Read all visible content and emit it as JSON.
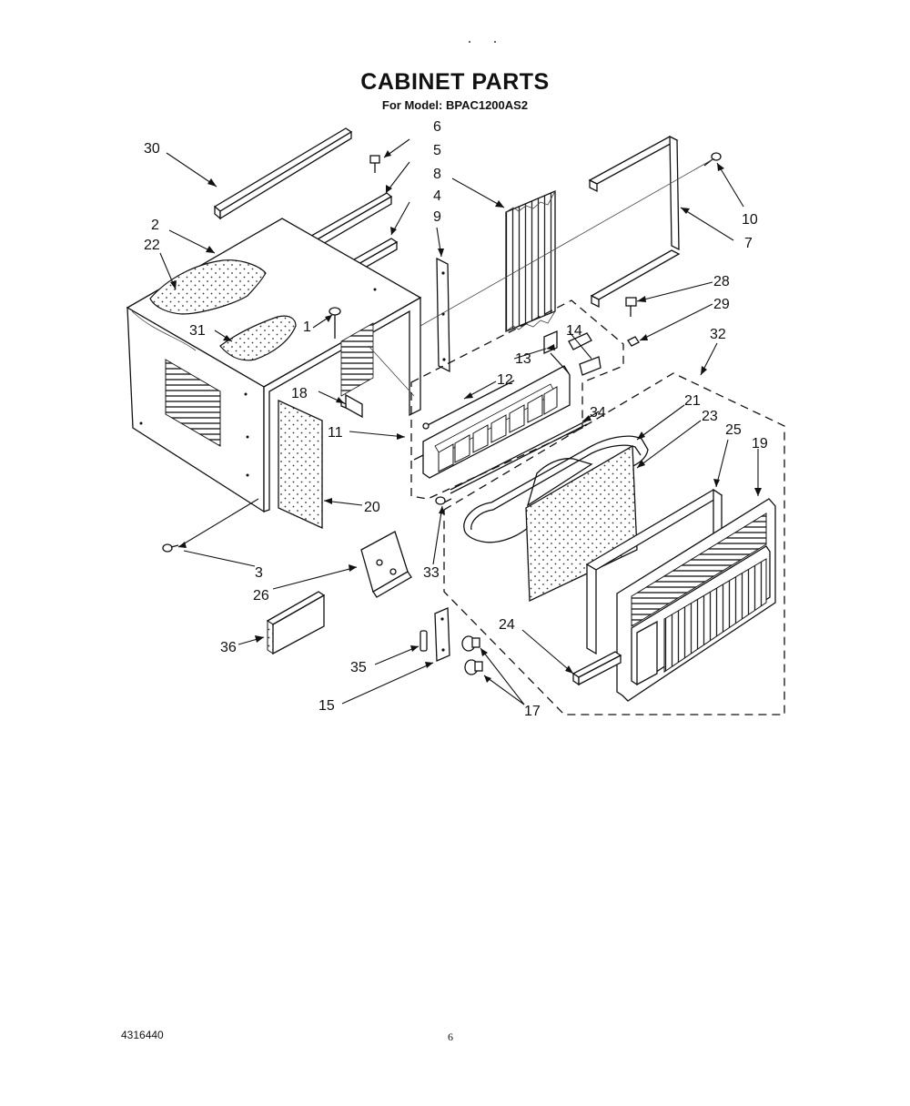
{
  "header": {
    "title": "CABINET PARTS",
    "subtitle": "For Model: BPAC1200AS2"
  },
  "footer": {
    "doc_number": "4316440",
    "page_number": "6"
  },
  "callouts": {
    "c1": "1",
    "c2": "2",
    "c3": "3",
    "c4": "4",
    "c5": "5",
    "c6": "6",
    "c7": "7",
    "c8": "8",
    "c9": "9",
    "c10": "10",
    "c11": "11",
    "c12": "12",
    "c13": "13",
    "c14": "14",
    "c15": "15",
    "c17": "17",
    "c18": "18",
    "c19": "19",
    "c20": "20",
    "c21": "21",
    "c22": "22",
    "c23": "23",
    "c24": "24",
    "c25": "25",
    "c26": "26",
    "c28": "28",
    "c29": "29",
    "c30": "30",
    "c31": "31",
    "c32": "32",
    "c33": "33",
    "c34": "34",
    "c35": "35",
    "c36": "36"
  }
}
